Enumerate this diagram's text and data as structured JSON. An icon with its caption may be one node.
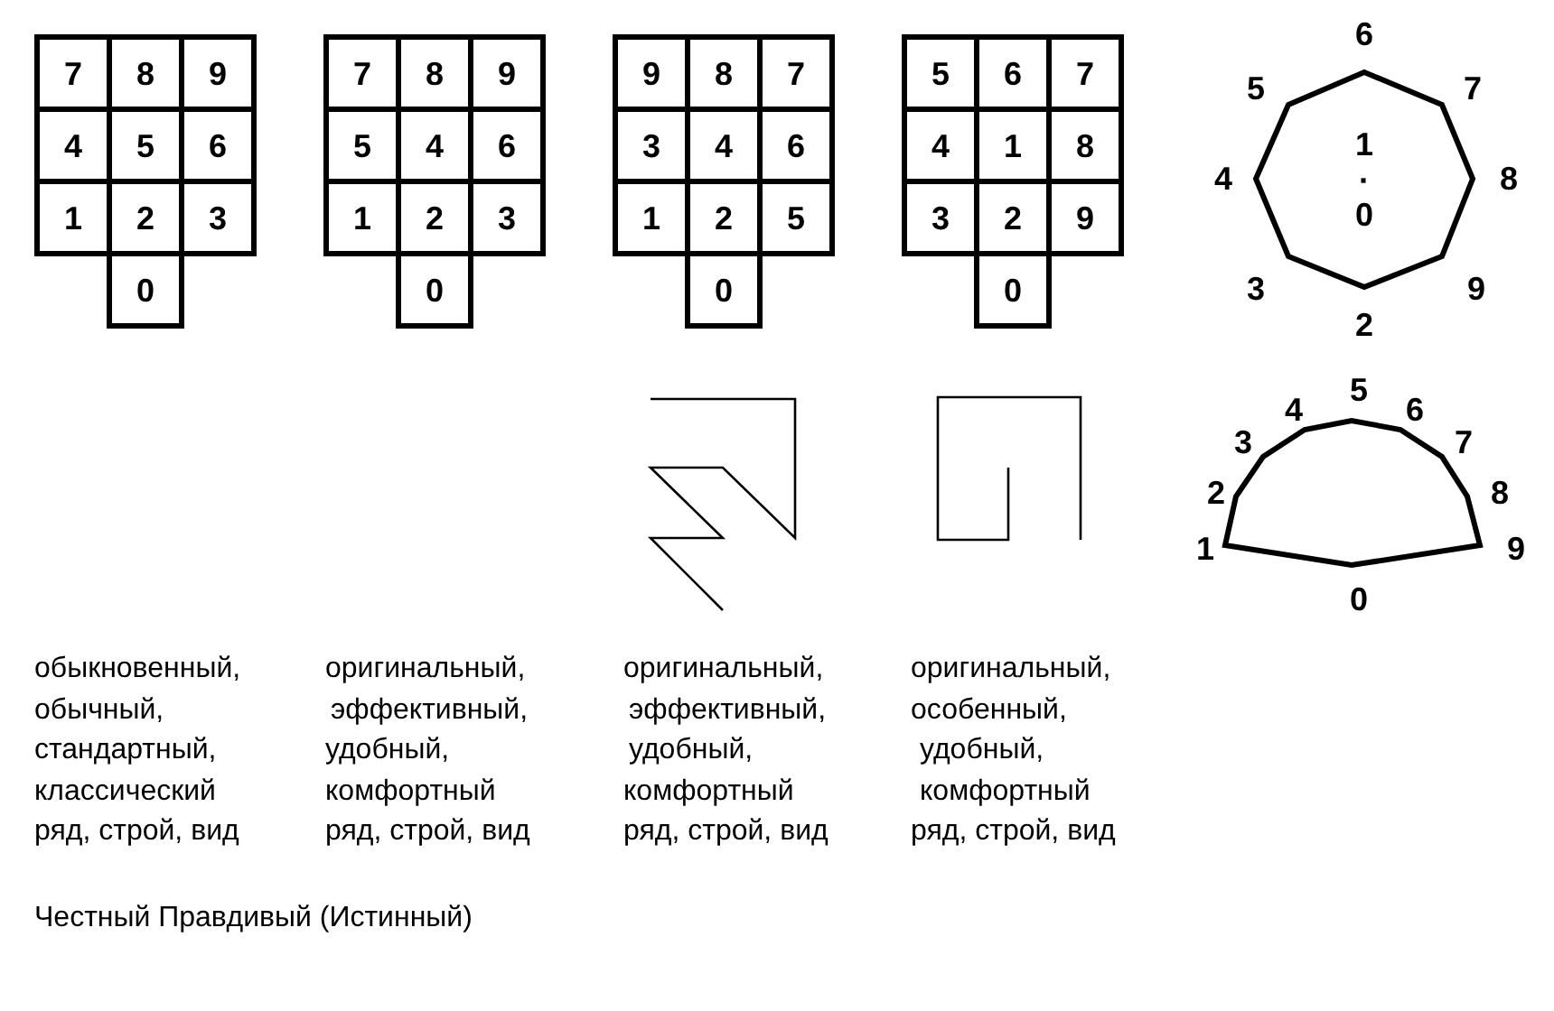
{
  "diagram": {
    "caption": "Честный Правдивый (Истинный)",
    "nodes": [
      {
        "text": [
          "7"
        ]
      },
      {
        "text": [
          "8"
        ]
      },
      {
        "text": [
          "9"
        ]
      },
      {
        "text": [
          "4"
        ]
      },
      {
        "text": [
          "5"
        ]
      },
      {
        "text": [
          "6"
        ]
      },
      {
        "text": [
          "1"
        ]
      },
      {
        "text": [
          "2"
        ]
      },
      {
        "text": [
          "3"
        ]
      },
      {
        "text": [
          "0"
        ]
      },
      {
        "text": [
          "7"
        ]
      },
      {
        "text": [
          "8"
        ]
      },
      {
        "text": [
          "9"
        ]
      },
      {
        "text": [
          "5"
        ]
      },
      {
        "text": [
          "4"
        ]
      },
      {
        "text": [
          "6"
        ]
      },
      {
        "text": [
          "1"
        ]
      },
      {
        "text": [
          "2"
        ]
      },
      {
        "text": [
          "3"
        ]
      },
      {
        "text": [
          "0"
        ]
      },
      {
        "text": [
          "9"
        ]
      },
      {
        "text": [
          "8"
        ]
      },
      {
        "text": [
          "7"
        ]
      },
      {
        "text": [
          "3"
        ]
      },
      {
        "text": [
          "4"
        ]
      },
      {
        "text": [
          "6"
        ]
      },
      {
        "text": [
          "1"
        ]
      },
      {
        "text": [
          "2"
        ]
      },
      {
        "text": [
          "5"
        ]
      },
      {
        "text": [
          "0"
        ]
      },
      {
        "text": [
          "5"
        ]
      },
      {
        "text": [
          "6"
        ]
      },
      {
        "text": [
          "7"
        ]
      },
      {
        "text": [
          "4"
        ]
      },
      {
        "text": [
          "1"
        ]
      },
      {
        "text": [
          "8"
        ]
      },
      {
        "text": [
          "3"
        ]
      },
      {
        "text": [
          "2"
        ]
      },
      {
        "text": [
          "9"
        ]
      },
      {
        "text": [
          "0"
        ]
      },
      {
        "text": [
          "1",
          "·",
          "0"
        ],
        "beside": [
          "6",
          "5",
          "7",
          "4",
          "8",
          "3",
          "9",
          "2"
        ]
      },
      {
        "text": [],
        "shape": "polygon",
        "beside": [
          "5",
          "4",
          "6",
          "3",
          "7",
          "2",
          "8",
          "1",
          "9",
          "0"
        ]
      }
    ],
    "labels": [
      "обыкновенный,",
      "обычный,",
      "стандартный,",
      "классический",
      "ряд, строй, вид",
      "оригинальный,",
      "эффективный,",
      "удобный,",
      "комфортный",
      "ряд, строй, вид",
      "оригинальный,",
      "эффективный,",
      "удобный,",
      "комфортный",
      "ряд, строй, вид",
      "оригинальный,",
      "особенный,",
      "удобный,",
      "комфортный",
      "ряд, строй, вид"
    ]
  }
}
